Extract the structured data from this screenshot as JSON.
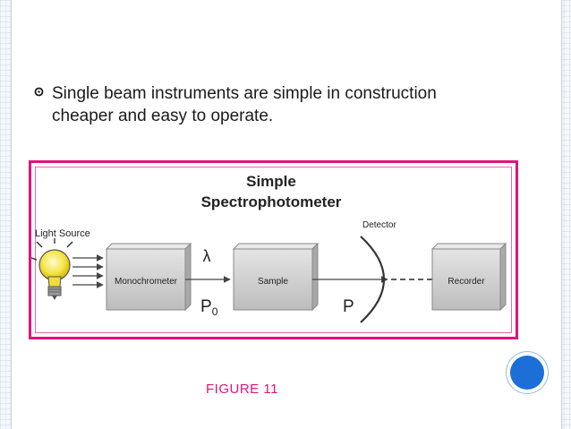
{
  "slide": {
    "bullet_text": "Single beam instruments are simple in construction cheaper and easy to operate.",
    "caption": "FIGURE  11"
  },
  "diagram": {
    "title_line1": "Simple",
    "title_line2": "Spectrophotometer",
    "light_source_label": "Light Source",
    "detector_label": "Detector",
    "boxes": {
      "monochromator": "Monochrometer",
      "sample": "Sample",
      "recorder": "Recorder"
    },
    "lambda_symbol": "λ",
    "p0_symbol": "P",
    "p0_subscript": "0",
    "p_symbol": "P"
  },
  "colors": {
    "accent": "#e0137a",
    "circle": "#1c6fd6",
    "box_fill": "#d2d2d2"
  }
}
